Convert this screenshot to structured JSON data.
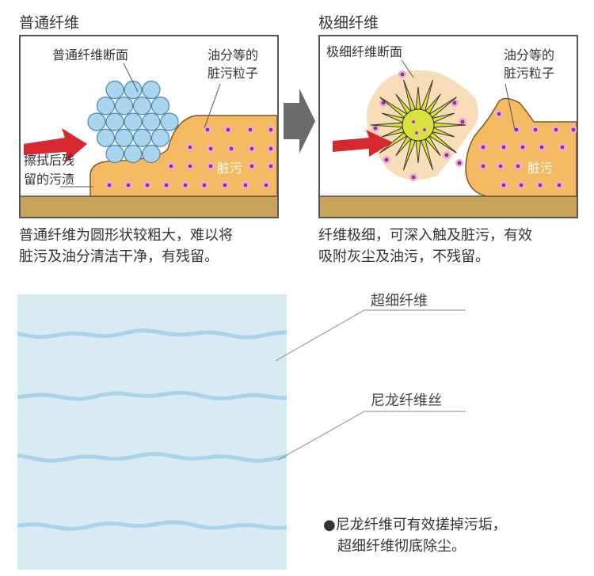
{
  "left": {
    "title": "普通纤维",
    "cross_section_label": "普通纤维断面",
    "oil_label_1": "油分等的",
    "oil_label_2": "脏污粒子",
    "residue_label_1": "擦拭后残",
    "residue_label_2": "留的污渍",
    "dirt_label": "脏污",
    "caption_1": "普通纤维为圆形状较粗大，难以将",
    "caption_2": "脏污及油分清洁干净，有残留。"
  },
  "right": {
    "title": "极细纤维",
    "cross_section_label": "极细纤维断面",
    "oil_label_1": "油分等的",
    "oil_label_2": "脏污粒子",
    "dirt_label": "脏污",
    "caption_1": "纤维极细，可深入触及脏污，有效",
    "caption_2": "吸附灰尘及油污，不残留。"
  },
  "bottom": {
    "label_ultrafine": "超细纤维",
    "label_nylon": "尼龙纤维丝",
    "note_1": "●尼龙纤维可有效搓掉污垢，",
    "note_2": "超细纤维彻底除尘。"
  },
  "colors": {
    "dirt_fill": "#f5b962",
    "dirt_dot": "#9b2d8c",
    "ground": "#c9a35c",
    "fiber_blue": "#a9d6ee",
    "arrow_red": "#d7282f",
    "spike_yellow": "#d8e23a",
    "fabric_bg": "#d8ebf3",
    "fabric_strand": "#a8d4ea",
    "process_arrow": "#6b6b6b"
  }
}
